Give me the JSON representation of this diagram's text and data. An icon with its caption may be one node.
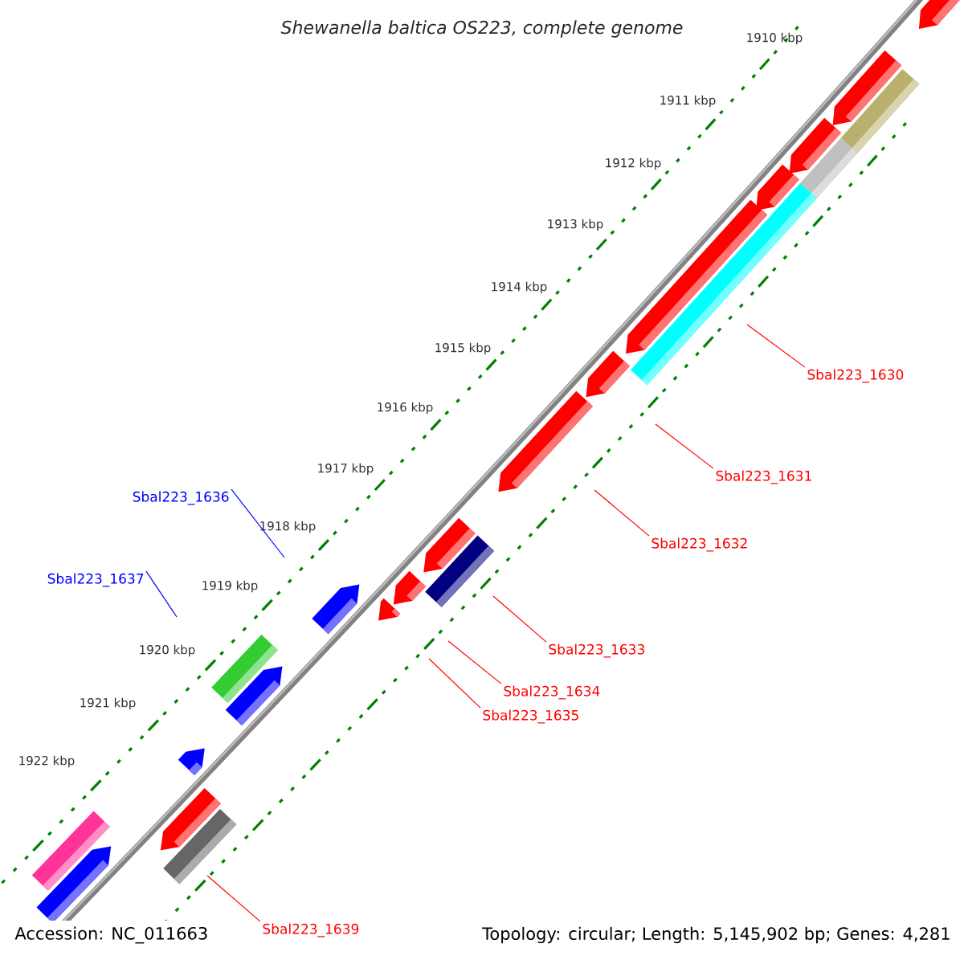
{
  "diagram": {
    "title": "Shewanella baltica OS223, complete genome",
    "nodes": [
      {
        "text": [
          "Sbal223_1630"
        ]
      },
      {
        "text": [
          "Sbal223_1631"
        ]
      },
      {
        "text": [
          "Sbal223_1636"
        ]
      },
      {
        "text": [
          "Sbal223_1632"
        ]
      },
      {
        "text": [
          "Sbal223_1637"
        ]
      },
      {
        "text": [
          "Sbal223_1633"
        ]
      },
      {
        "text": [
          "Sbal223_1634"
        ]
      },
      {
        "text": [
          "Sbal223_1635"
        ]
      },
      {
        "text": [
          "Sbal223_1639"
        ]
      }
    ],
    "edges": [
      {
        "from": 0,
        "to": null,
        "arrow": "none"
      },
      {
        "from": 1,
        "to": null,
        "arrow": "none"
      },
      {
        "from": 2,
        "to": null,
        "arrow": "none",
        "color": "#0000ff"
      },
      {
        "from": 3,
        "to": null,
        "arrow": "none"
      },
      {
        "from": 4,
        "to": null,
        "arrow": "none",
        "color": "#0000ff"
      },
      {
        "from": 5,
        "to": null,
        "arrow": "none"
      },
      {
        "from": 6,
        "to": null,
        "arrow": "none"
      },
      {
        "from": 7,
        "to": null,
        "arrow": "none"
      },
      {
        "from": 8,
        "to": null,
        "arrow": "none"
      }
    ],
    "labels": [
      "1910 kbp",
      "1911 kbp",
      "1912 kbp",
      "1913 kbp",
      "1914 kbp",
      "1915 kbp",
      "1916 kbp",
      "1917 kbp",
      "1918 kbp",
      "1919 kbp",
      "1920 kbp",
      "1921 kbp",
      "1922 kbp",
      "Accession: NC_011663",
      "Topology: circular; Length: 5,145,902 bp; Genes: 4,281"
    ]
  }
}
